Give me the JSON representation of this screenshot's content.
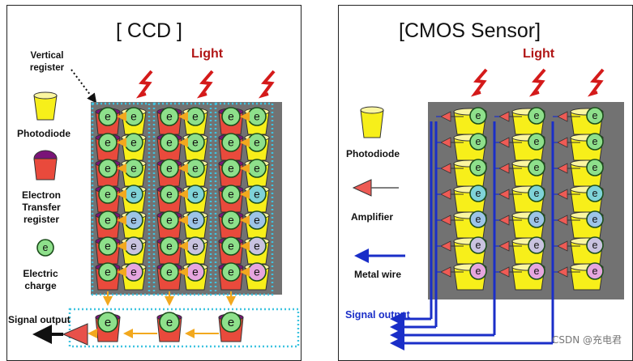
{
  "ccd": {
    "title": "[ CCD ]",
    "light_label": "Light",
    "legend": {
      "vertical_register": "Vertical register",
      "photodiode": "Photodiode",
      "electron_transfer_register": "Electron Transfer register",
      "electric_charge": "Electric charge"
    },
    "signal_output": "Signal output"
  },
  "cmos": {
    "title": "[CMOS Sensor]",
    "light_label": "Light",
    "legend": {
      "photodiode": "Photodiode",
      "amplifier": "Amplifier",
      "metal_wire": "Metal wire"
    },
    "signal_output": "Signal output"
  },
  "charge_symbol": "e",
  "watermark": "CSDN @充电君",
  "colors": {
    "photodiode_yellow": "#f7ef1a",
    "register_red": "#e94a3c",
    "register_top_purple": "#7a1478",
    "charge_green": "#8ee08b",
    "light_red": "#d41a1a",
    "metal_wire_blue": "#1a2ec8",
    "pixel_area_gray": "#727272",
    "transfer_arrow_orange": "#f2a81e",
    "dotted_outline": "#3ec3e0"
  }
}
